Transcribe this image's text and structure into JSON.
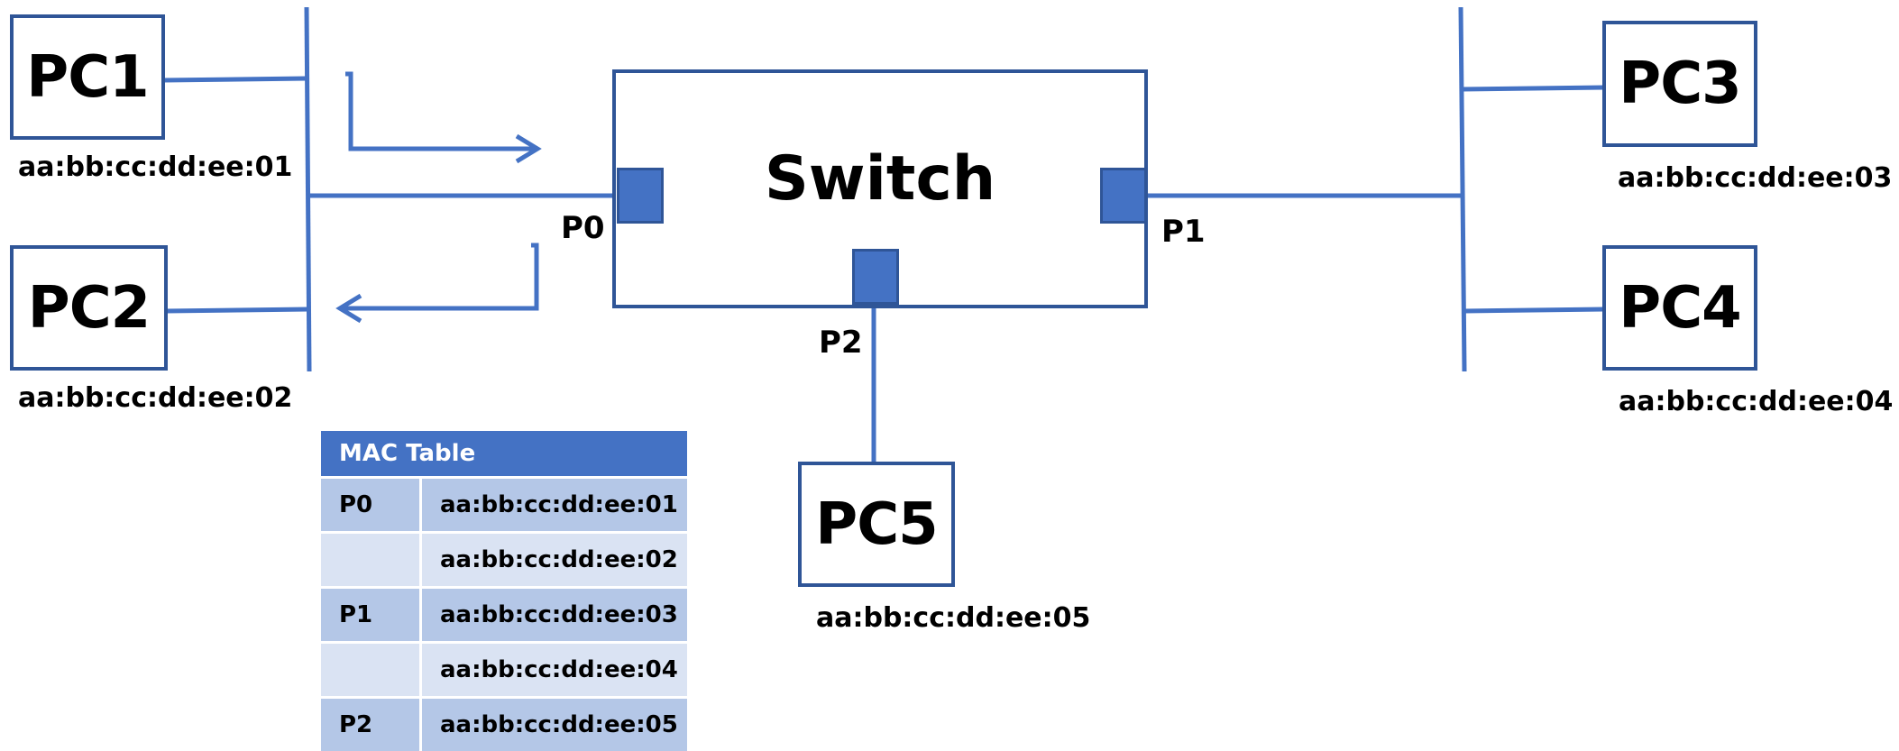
{
  "diagram": {
    "switch": {
      "label": "Switch",
      "ports": [
        {
          "id": "P0",
          "label": "P0"
        },
        {
          "id": "P1",
          "label": "P1"
        },
        {
          "id": "P2",
          "label": "P2"
        }
      ]
    },
    "hosts": [
      {
        "id": "pc1",
        "label": "PC1",
        "mac": "aa:bb:cc:dd:ee:01"
      },
      {
        "id": "pc2",
        "label": "PC2",
        "mac": "aa:bb:cc:dd:ee:02"
      },
      {
        "id": "pc3",
        "label": "PC3",
        "mac": "aa:bb:cc:dd:ee:03"
      },
      {
        "id": "pc4",
        "label": "PC4",
        "mac": "aa:bb:cc:dd:ee:04"
      },
      {
        "id": "pc5",
        "label": "PC5",
        "mac": "aa:bb:cc:dd:ee:05"
      }
    ],
    "mac_table": {
      "title": "MAC Table",
      "rows": [
        {
          "port": "P0",
          "mac": "aa:bb:cc:dd:ee:01"
        },
        {
          "port": "",
          "mac": "aa:bb:cc:dd:ee:02"
        },
        {
          "port": "P1",
          "mac": "aa:bb:cc:dd:ee:03"
        },
        {
          "port": "",
          "mac": "aa:bb:cc:dd:ee:04"
        },
        {
          "port": "P2",
          "mac": "aa:bb:cc:dd:ee:05"
        }
      ]
    },
    "colors": {
      "wire": "#4472c4",
      "box_border": "#2f5597",
      "port_fill": "#4472c4",
      "table_header": "#4472c4",
      "table_row_dark": "#b4c7e7",
      "table_row_light": "#dae3f3"
    }
  }
}
